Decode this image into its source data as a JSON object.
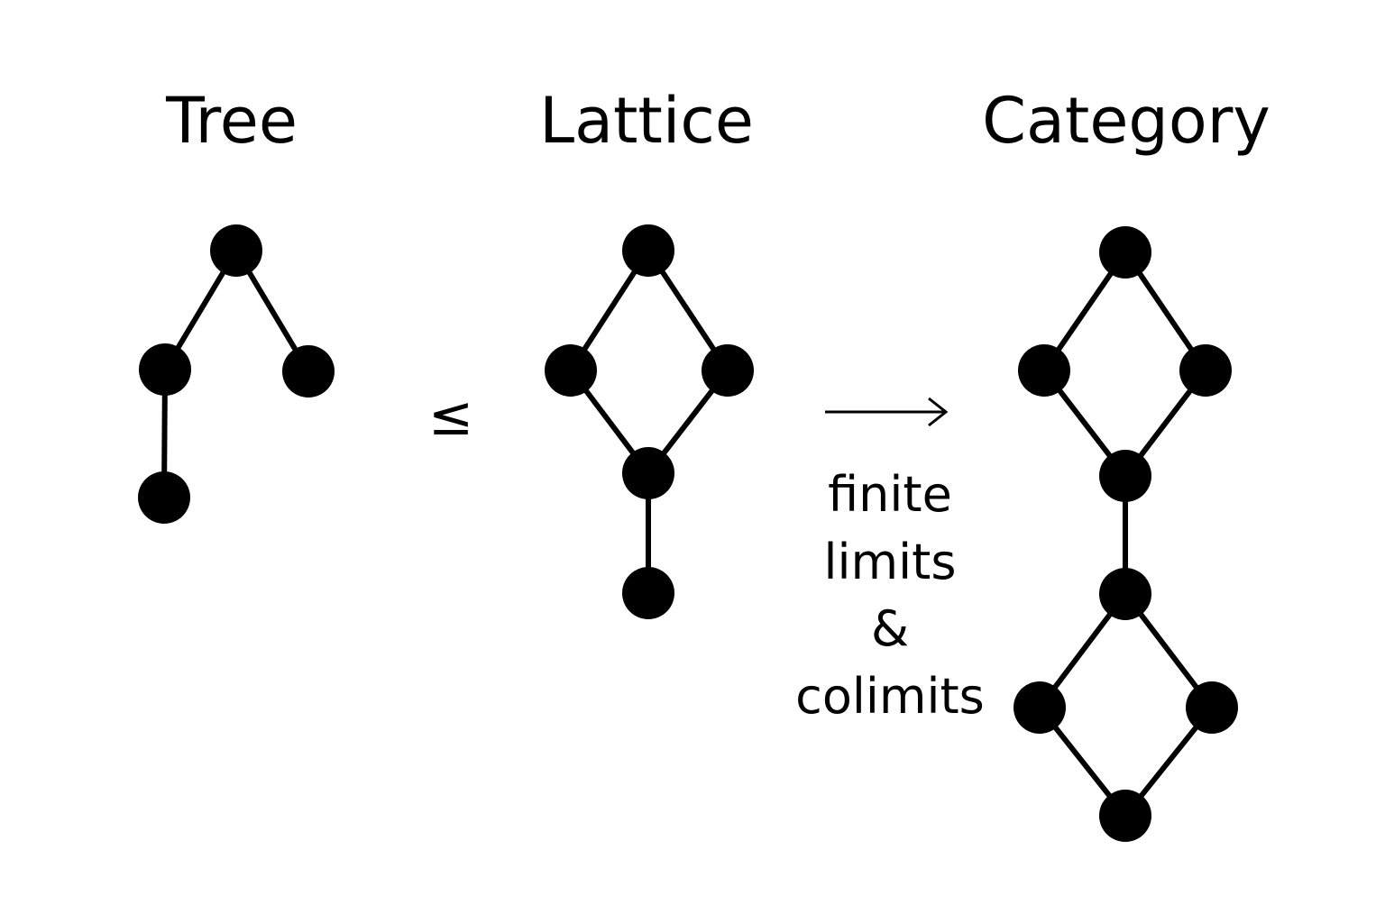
{
  "titles": {
    "tree": "Tree",
    "lattice": "Lattice",
    "category": "Category"
  },
  "relation_symbol": "≤",
  "arrow_label": [
    "finite",
    "limits",
    "&",
    "colimits"
  ],
  "colors": {
    "ink": "#000000",
    "background": "#ffffff"
  },
  "graphs": {
    "tree": {
      "nodes": 4,
      "edges": [
        [
          0,
          1
        ],
        [
          0,
          2
        ],
        [
          1,
          3
        ]
      ]
    },
    "lattice": {
      "nodes": 5,
      "edges": [
        [
          0,
          1
        ],
        [
          0,
          2
        ],
        [
          1,
          3
        ],
        [
          2,
          3
        ],
        [
          3,
          4
        ]
      ]
    },
    "category": {
      "nodes": 8,
      "edges": [
        [
          0,
          1
        ],
        [
          0,
          2
        ],
        [
          1,
          3
        ],
        [
          2,
          3
        ],
        [
          3,
          4
        ],
        [
          4,
          5
        ],
        [
          4,
          6
        ],
        [
          5,
          7
        ],
        [
          6,
          7
        ]
      ]
    }
  }
}
